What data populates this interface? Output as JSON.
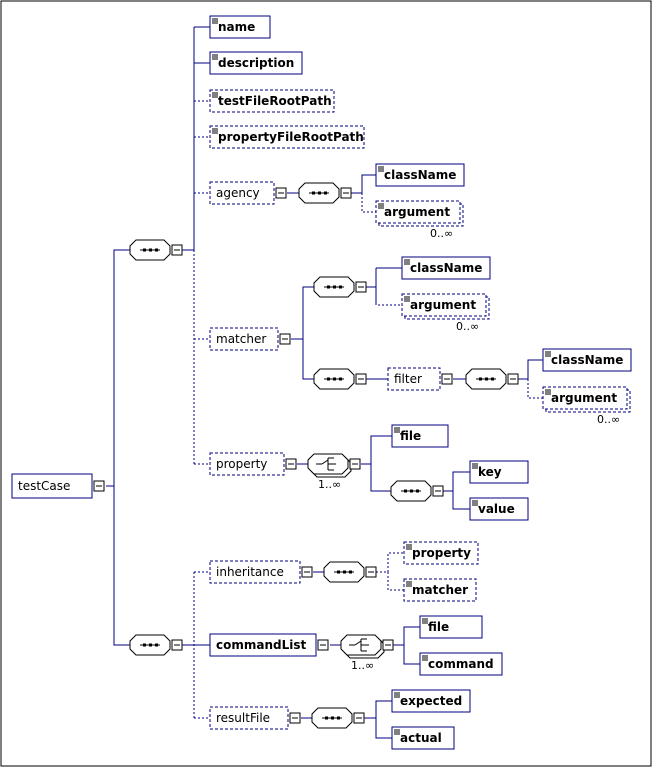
{
  "root": {
    "label": "testCase"
  },
  "elements": {
    "name": "name",
    "description": "description",
    "testFileRootPath": "testFileRootPath",
    "propertyFileRootPath": "propertyFileRootPath",
    "agency": "agency",
    "agency_className": "className",
    "agency_argument": "argument",
    "agency_argument_occurs": "0..∞",
    "matcher": "matcher",
    "matcher_className": "className",
    "matcher_argument": "argument",
    "matcher_argument_occurs": "0..∞",
    "filter": "filter",
    "filter_className": "className",
    "filter_argument": "argument",
    "filter_argument_occurs": "0..∞",
    "property": "property",
    "property_occurs": "1..∞",
    "property_file": "file",
    "property_key": "key",
    "property_value": "value",
    "inheritance": "inheritance",
    "inheritance_property": "property",
    "inheritance_matcher": "matcher",
    "commandList": "commandList",
    "commandList_occurs": "1..∞",
    "commandList_file": "file",
    "commandList_command": "command",
    "resultFile": "resultFile",
    "resultFile_expected": "expected",
    "resultFile_actual": "actual"
  },
  "colors": {
    "line": "#000080",
    "border": "#000080",
    "text": "#000000"
  }
}
